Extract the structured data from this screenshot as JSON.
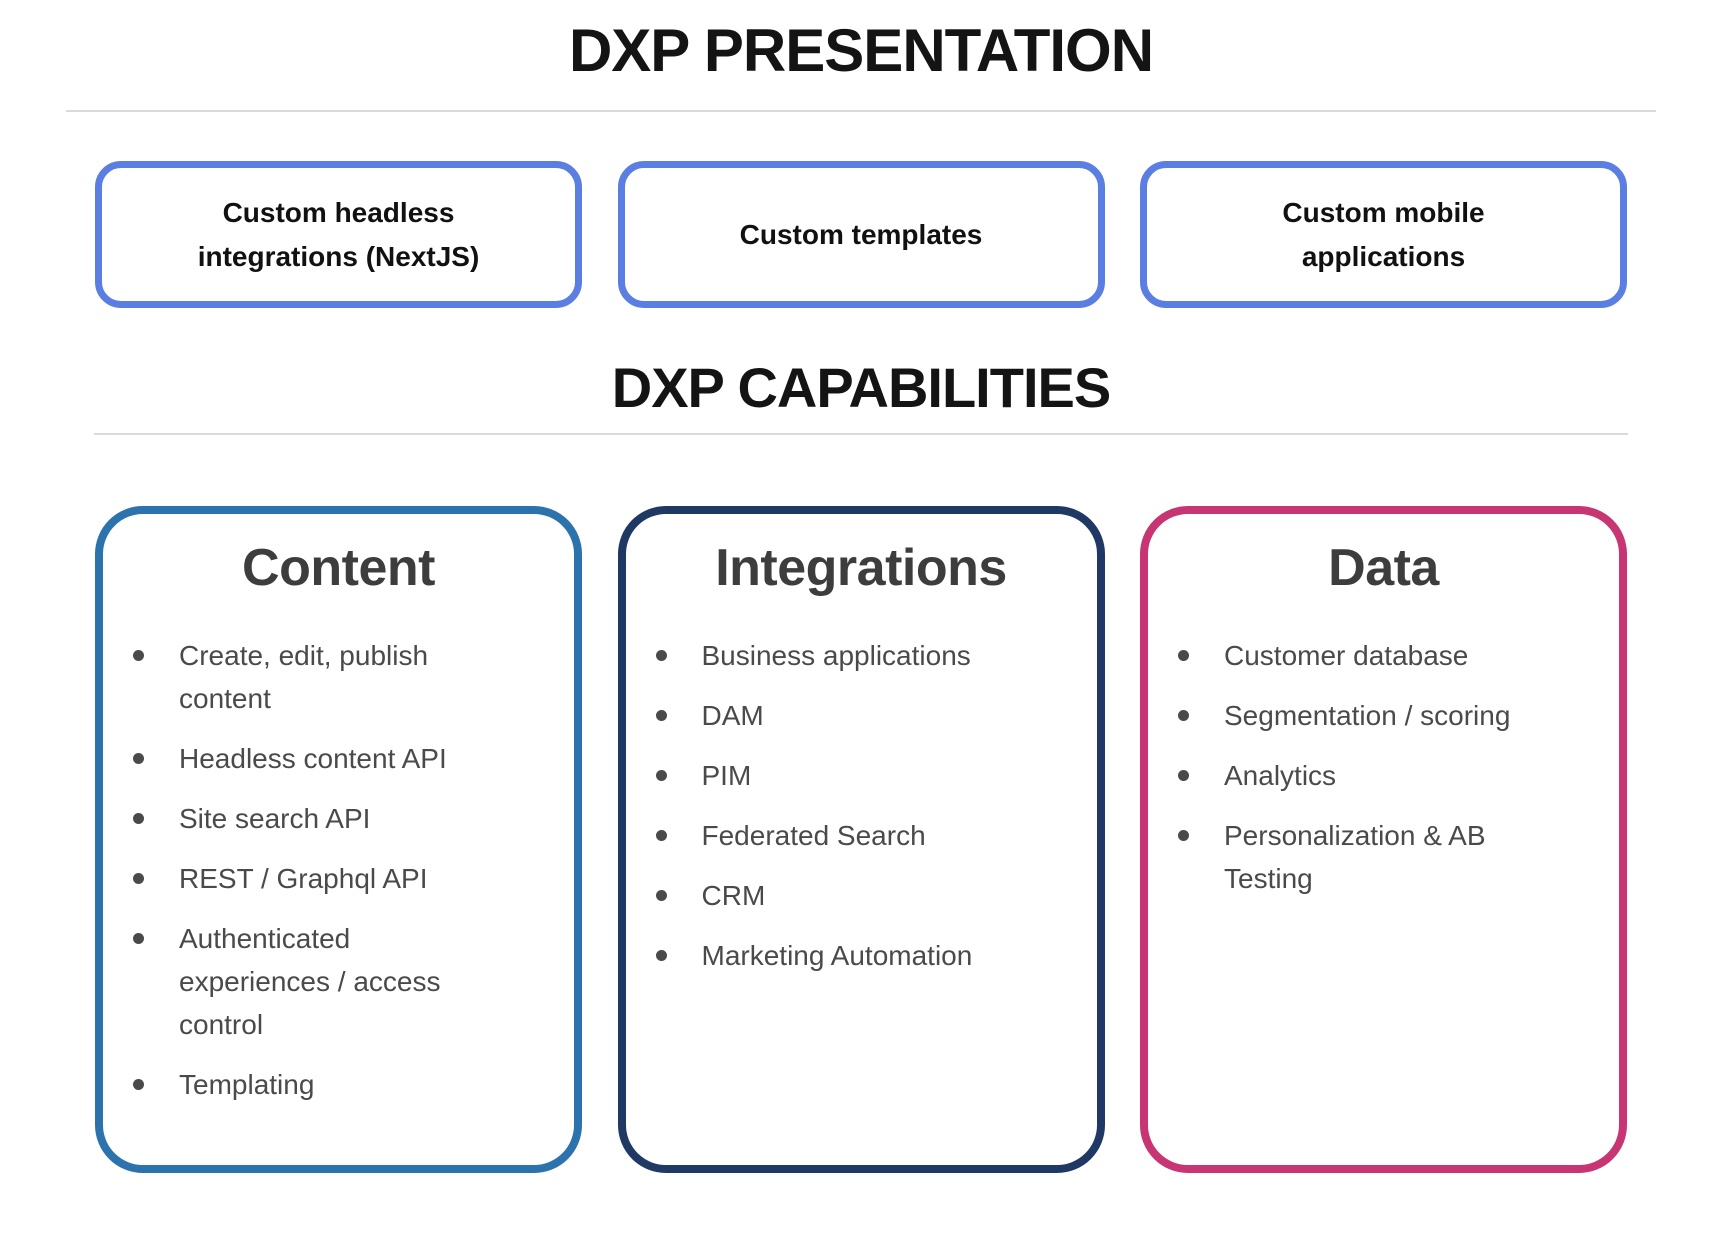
{
  "page": {
    "title": "DXP PRESENTATION",
    "capabilities_title": "DXP CAPABILITIES"
  },
  "colors": {
    "presentation_border": "#5B7EE2",
    "divider": "#D9D9D9",
    "heading_text": "#141414",
    "card_title_text": "#3D3D3D",
    "body_text": "#4A4A4A"
  },
  "presentation_boxes": [
    {
      "label": "Custom headless integrations (NextJS)"
    },
    {
      "label": "Custom templates"
    },
    {
      "label": "Custom mobile applications"
    }
  ],
  "capability_cards": [
    {
      "title": "Content",
      "accent": "#2C73AE",
      "items": [
        "Create, edit, publish content",
        "Headless content API",
        "Site search API",
        "REST / Graphql API",
        "Authenticated experiences / access control",
        "Templating"
      ]
    },
    {
      "title": "Integrations",
      "accent": "#1F3864",
      "items": [
        "Business applications",
        "DAM",
        "PIM",
        "Federated Search",
        "CRM",
        "Marketing Automation"
      ]
    },
    {
      "title": "Data",
      "accent": "#C73572",
      "items": [
        "Customer database",
        "Segmentation / scoring",
        "Analytics",
        "Personalization & AB Testing"
      ]
    }
  ]
}
